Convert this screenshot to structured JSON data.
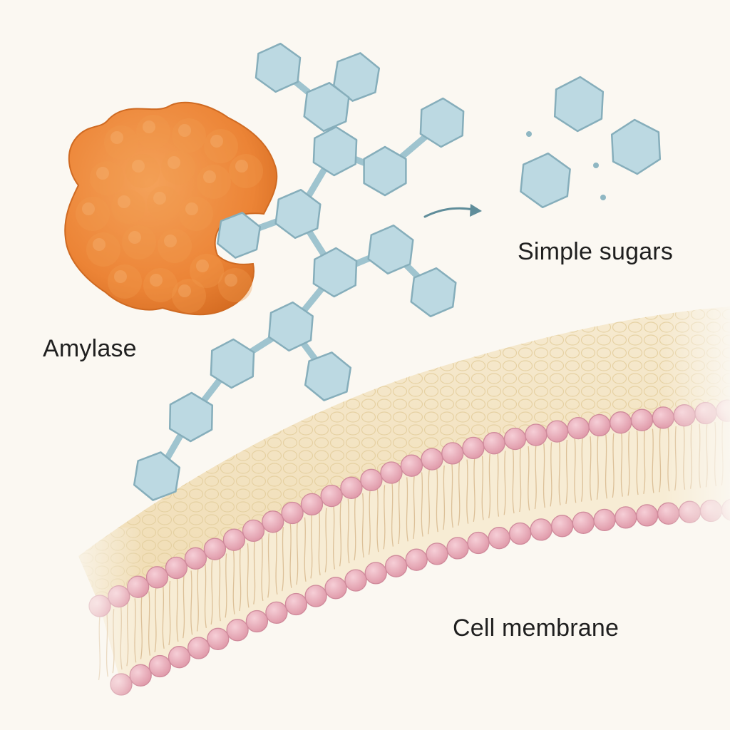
{
  "labels": {
    "amylase": "Amylase",
    "simple_sugars": "Simple sugars",
    "cell_membrane": "Cell membrane"
  },
  "colors": {
    "background": "#fbf8f2",
    "enzyme": "#ec8436",
    "enzyme_shade": "#d56c22",
    "glucose_fill": "#bcd9e2",
    "glucose_stroke": "#86aebb",
    "membrane_surface": "#f4e5c4",
    "phospholipid_head": "#e7a9b7",
    "phospholipid_head_stroke": "#cf8a9b",
    "lipid_tail": "#d8b98e"
  },
  "icons": {
    "enzyme": "amylase-enzyme-icon",
    "sugar": "glucose-hexagon-icon",
    "arrow": "curved-arrow-icon",
    "membrane": "lipid-bilayer-icon"
  }
}
